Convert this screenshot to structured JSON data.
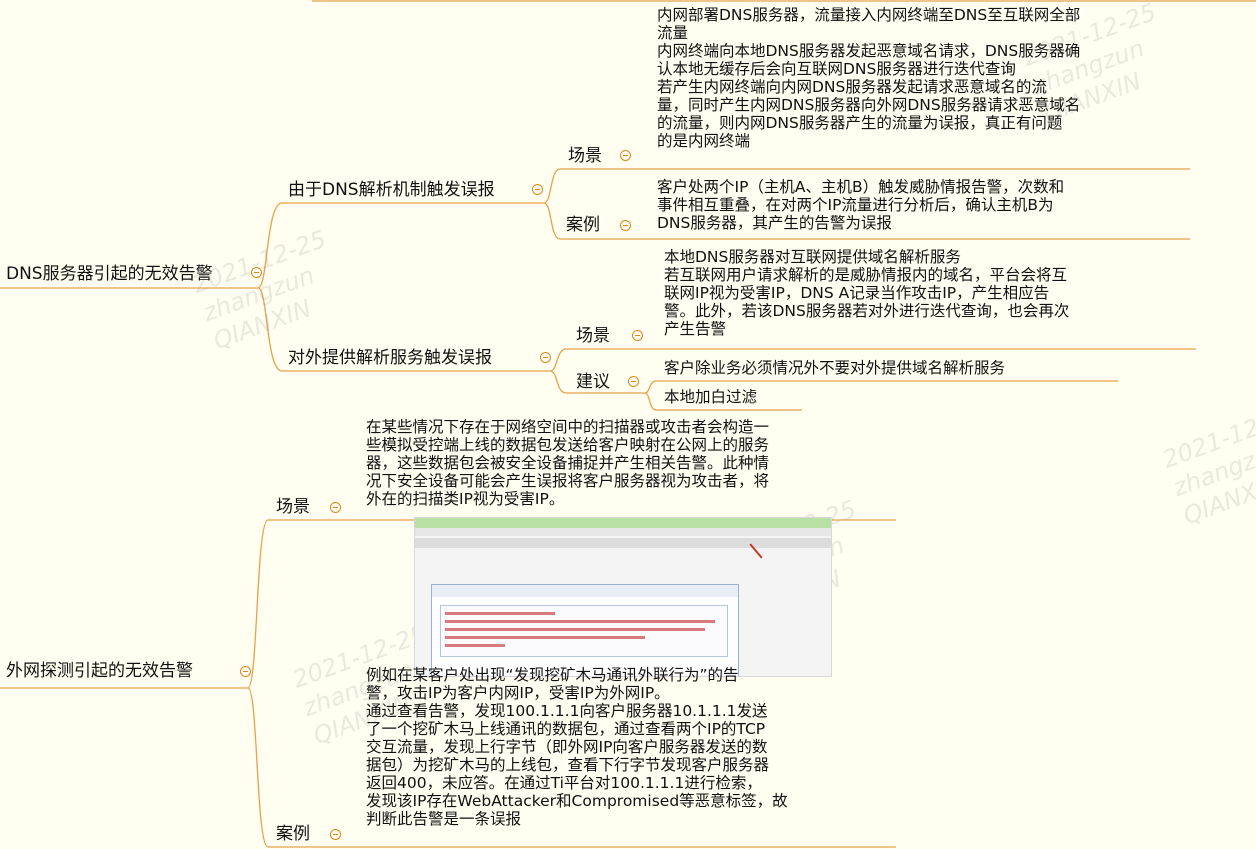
{
  "colors": {
    "line": "#e8a14a",
    "toggle": "#e0851c",
    "background": "#fffef0"
  },
  "watermark": {
    "date": "2021-12-25",
    "user": "zhangzun",
    "org": "QIANXIN"
  },
  "tree": {
    "dns_invalid_alert": {
      "label": "DNS服务器引起的无效告警",
      "mechanism": {
        "label": "由于DNS解析机制触发误报",
        "scene_label": "场景",
        "scene_lines": [
          "内网部署DNS服务器，流量接入内网终端至DNS至互联网全部",
          "流量",
          "内网终端向本地DNS服务器发起恶意域名请求，DNS服务器确",
          "认本地无缓存后会向互联网DNS服务器进行迭代查询",
          "若产生内网终端向内网DNS服务器发起请求恶意域名的流",
          "量，同时产生内网DNS服务器向外网DNS服务器请求恶意域名",
          "的流量，则内网DNS服务器产生的流量为误报，真正有问题",
          "的是内网终端"
        ],
        "case_label": "案例",
        "case_lines": [
          "客户处两个IP（主机A、主机B）触发威胁情报告警，次数和",
          "事件相互重叠，在对两个IP流量进行分析后，确认主机B为",
          "DNS服务器，其产生的告警为误报"
        ]
      },
      "external": {
        "label": "对外提供解析服务触发误报",
        "scene_label": "场景",
        "scene_lines": [
          "本地DNS服务器对互联网提供域名解析服务",
          "若互联网用户请求解析的是威胁情报内的域名，平台会将互",
          "联网IP视为受害IP，DNS A记录当作攻击IP，产生相应告",
          "警。此外，若该DNS服务器若对外进行迭代查询，也会再次",
          "产生告警"
        ],
        "advice_label": "建议",
        "advice_items": [
          "客户除业务必须情况外不要对外提供域名解析服务",
          "本地加白过滤"
        ]
      }
    },
    "external_probe_alert": {
      "label": "外网探测引起的无效告警",
      "scene_label": "场景",
      "scene_lines": [
        "在某些情况下存在于网络空间中的扫描器或攻击者会构造一",
        "些模拟受控端上线的数据包发送给客户映射在公网上的服务",
        "器，这些数据包会被安全设备捕捉并产生相关告警。此种情",
        "况下安全设备可能会产生误报将客户服务器视为攻击者，将",
        "外在的扫描类IP视为受害IP。"
      ],
      "case_label": "案例",
      "case_lines": [
        "例如在某客户处出现“发现挖矿木马通讯外联行为”的告",
        "警，攻击IP为客户内网IP，受害IP为外网IP。",
        "通过查看告警，发现100.1.1.1向客户服务器10.1.1.1发送",
        "了一个挖矿木马上线通讯的数据包，通过查看两个IP的TCP",
        "交互流量，发现上行字节（即外网IP向客户服务器发送的数",
        "据包）为挖矿木马的上线包，查看下行字节发现客户服务器",
        "返回400，未应答。在通过Ti平台对100.1.1.1进行检索，",
        "发现该IP存在WebAttacker和Compromised等恶意标签，故",
        "判断此告警是一条误报"
      ]
    }
  }
}
